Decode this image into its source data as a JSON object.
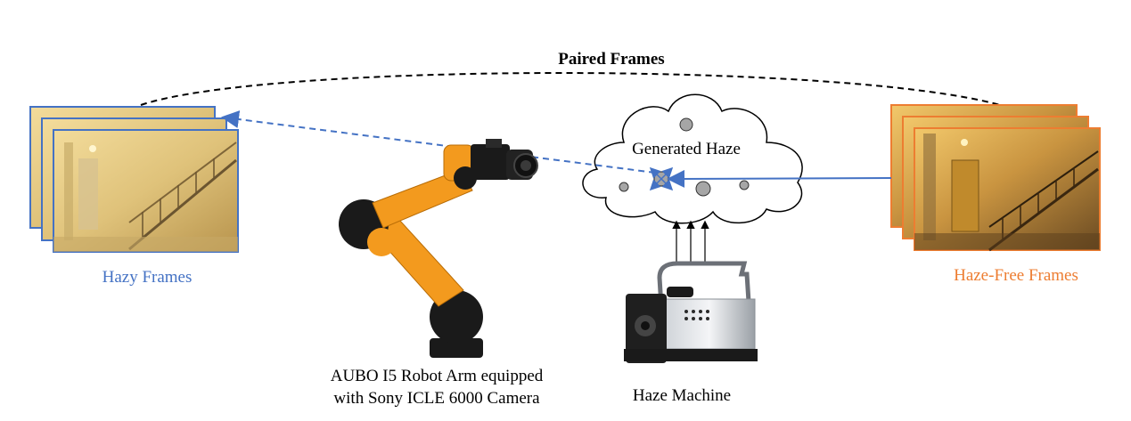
{
  "labels": {
    "paired": "Paired Frames",
    "hazy": "Hazy Frames",
    "haze_free": "Haze-Free Frames",
    "generated_haze": "Generated Haze",
    "robot_line1": "AUBO I5 Robot Arm equipped",
    "robot_line2": "with Sony ICLE 6000 Camera",
    "haze_machine": "Haze Machine"
  },
  "colors": {
    "hazy_blue": "#4472c4",
    "haze_free_orange": "#ed7d31",
    "robot_orange": "#f39a1e",
    "dark": "#1a1a1a"
  }
}
